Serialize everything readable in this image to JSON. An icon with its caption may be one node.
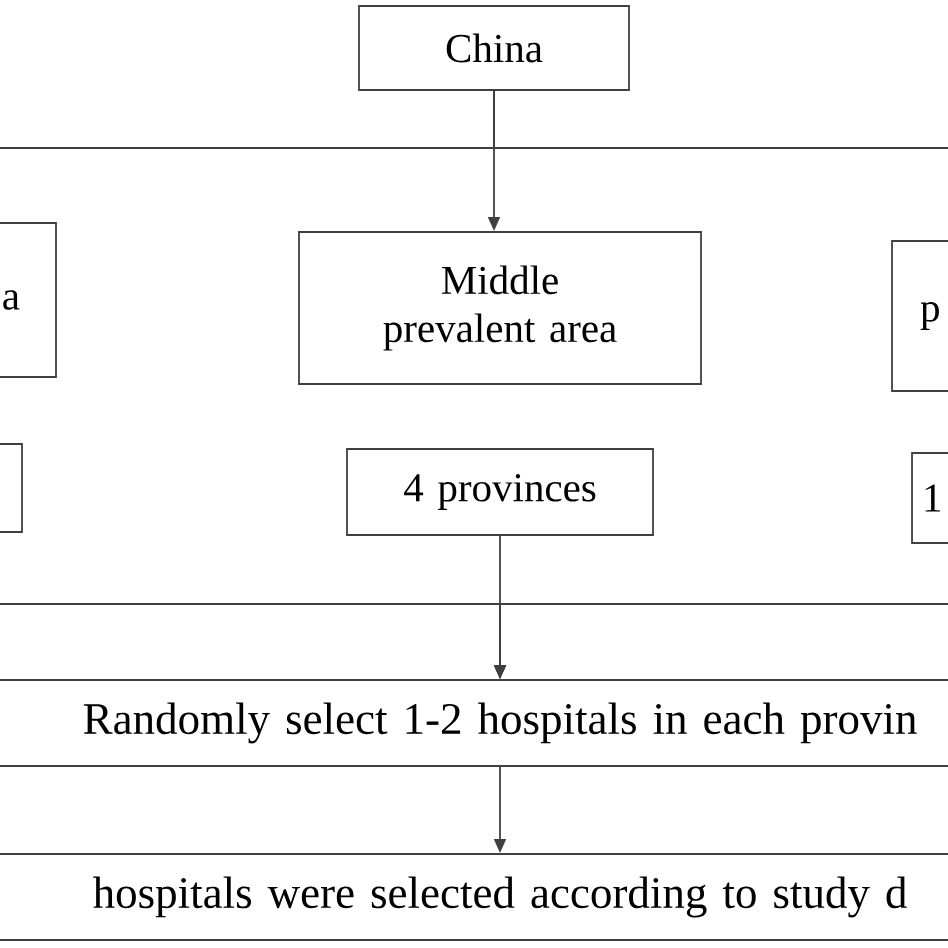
{
  "diagram": {
    "nodes": [
      {
        "text": [
          "China"
        ]
      },
      {
        "text": [
          "a"
        ]
      },
      {
        "text": [
          "Middle prevalent area"
        ]
      },
      {
        "text": [
          "p"
        ]
      },
      {
        "text": [],
        "shape": "box"
      },
      {
        "text": [
          "4 provinces"
        ]
      },
      {
        "text": [
          "1"
        ]
      },
      {
        "text": [
          "Randomly select 1-2 hospitals in each provin"
        ]
      },
      {
        "text": [
          "hospitals were selected according to study d"
        ]
      }
    ],
    "edges": [
      {
        "from": 0,
        "to": null,
        "arrow": "none"
      },
      {
        "from": 0,
        "to": 2,
        "arrow": "to"
      },
      {
        "from": 0,
        "to": null,
        "arrow": "none"
      },
      {
        "from": 4,
        "to": 7,
        "arrow": "to"
      },
      {
        "from": 5,
        "to": 7,
        "arrow": "to"
      },
      {
        "from": 6,
        "to": 7,
        "arrow": "to"
      },
      {
        "from": 7,
        "to": 8,
        "arrow": "to"
      }
    ]
  }
}
